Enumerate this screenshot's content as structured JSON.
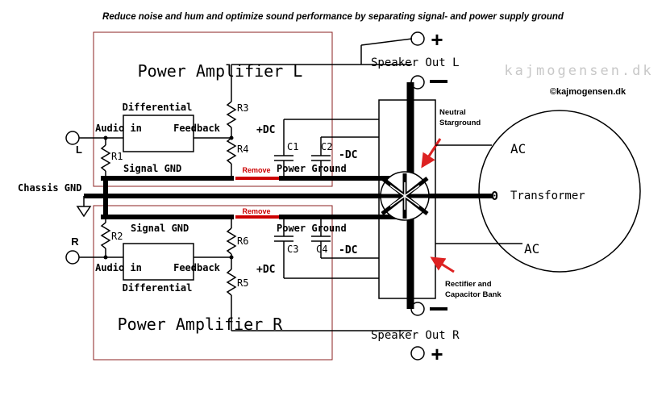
{
  "header": {
    "title": "Reduce noise and hum and optimize sound performance by separating signal- and power supply ground",
    "watermark": "kajmogensen.dk",
    "copyright": "©kajmogensen.dk"
  },
  "amp_left": {
    "title": "Power Amplifier L",
    "differential_label": "Differential",
    "audio_in": "Audio in",
    "feedback": "Feedback",
    "signal_gnd": "Signal GND",
    "power_ground": "Power Ground",
    "r1": "R1",
    "r3": "R3",
    "r4": "R4",
    "c1": "C1",
    "c2": "C2",
    "plus_dc": "+DC",
    "minus_dc": "-DC",
    "input_label": "L",
    "speaker": "Speaker Out L"
  },
  "amp_right": {
    "title": "Power Amplifier R",
    "differential_label": "Differential",
    "audio_in": "Audio in",
    "feedback": "Feedback",
    "signal_gnd": "Signal GND",
    "power_ground": "Power Ground",
    "r2": "R2",
    "r5": "R5",
    "r6": "R6",
    "c3": "C3",
    "c4": "C4",
    "plus_dc": "+DC",
    "minus_dc": "-DC",
    "input_label": "R",
    "speaker": "Speaker Out R"
  },
  "chassis_gnd": "Chassis GND",
  "remove_label": "Remove",
  "plus_sign": "+",
  "minus_sign": "—",
  "annotations": {
    "neutral": [
      "Neutral",
      "Starground"
    ],
    "rectifier": [
      "Rectifier and",
      "Capacitor Bank"
    ]
  },
  "transformer": {
    "label": "Transformer",
    "ac_top": "AC",
    "ac_bottom": "AC",
    "zero": "0"
  },
  "colors": {
    "box_border": "#8b2020",
    "remove": "#cc0000",
    "arrow": "#dd2222",
    "wire": "#000000",
    "watermark": "#c8c8c8"
  }
}
